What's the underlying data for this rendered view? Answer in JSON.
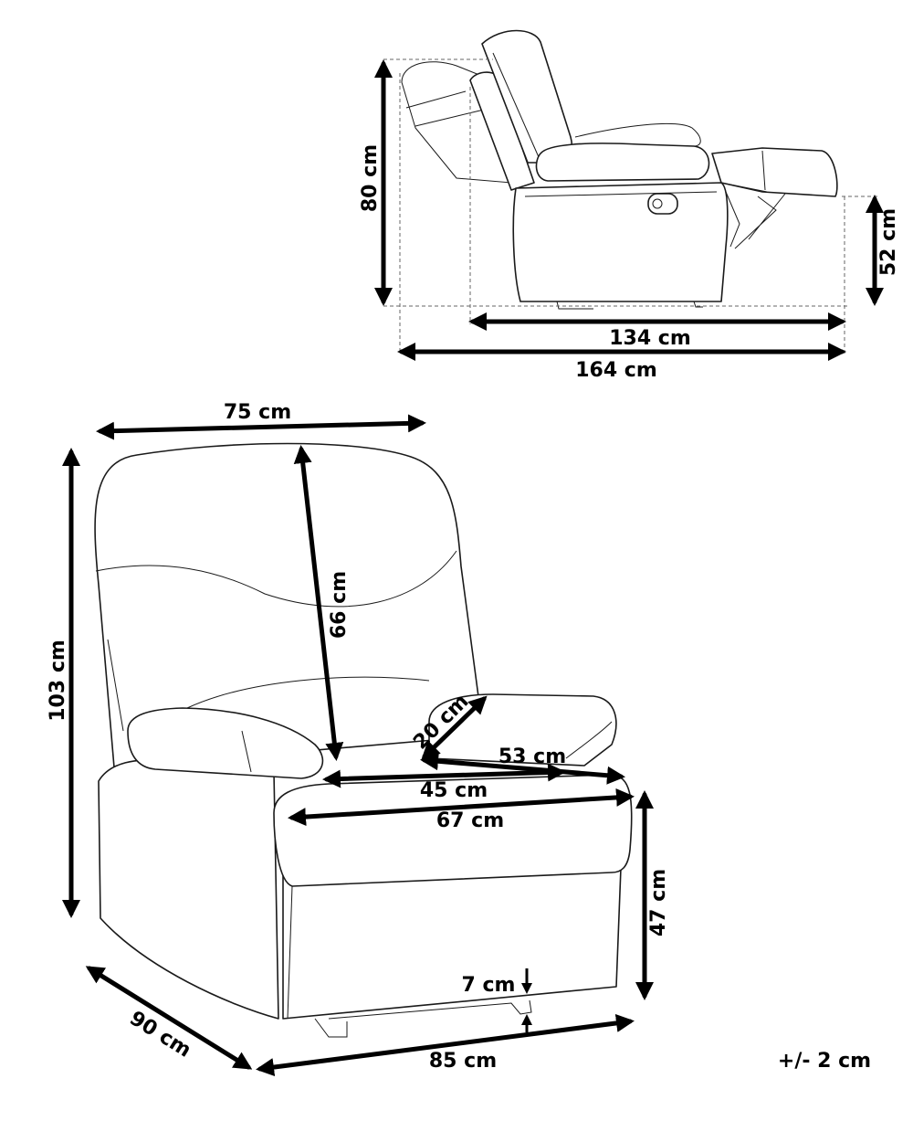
{
  "dimensions": {
    "side_height": "80 cm",
    "side_seat_height": "52 cm",
    "side_depth_inner": "134 cm",
    "side_depth_outer": "164 cm",
    "width_top": "75 cm",
    "total_height": "103 cm",
    "backrest_height": "66 cm",
    "armrest_height": "20 cm",
    "armrest_depth": "53 cm",
    "seat_width": "45 cm",
    "front_width": "67 cm",
    "seat_height": "47 cm",
    "floor_clearance": "7 cm",
    "depth": "90 cm",
    "width": "85 cm"
  },
  "tolerance": "+/- 2 cm",
  "colors": {
    "line": "#1a1a1a",
    "arrow": "#000000",
    "guide": "#666666"
  }
}
